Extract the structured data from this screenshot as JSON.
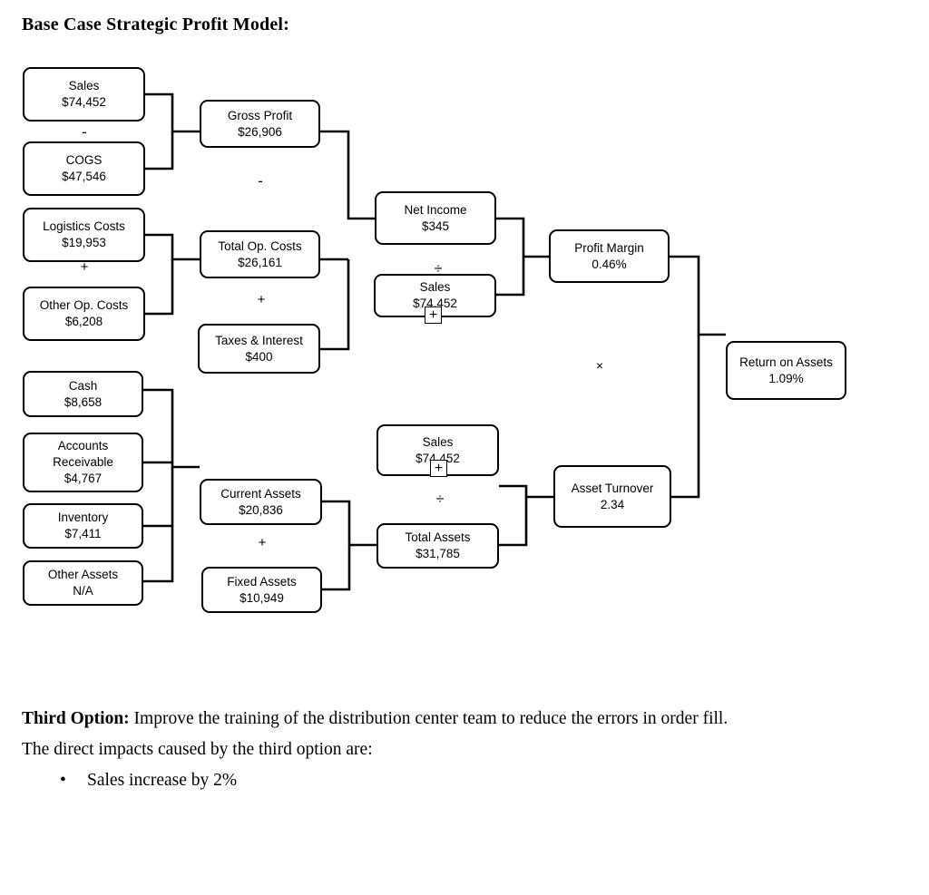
{
  "page_title": "Base Case Strategic Profit Model:",
  "diagram": {
    "nodes": {
      "sales_top": {
        "label": "Sales",
        "value": "$74,452"
      },
      "cogs": {
        "label": "COGS",
        "value": "$47,546"
      },
      "gross_profit": {
        "label": "Gross Profit",
        "value": "$26,906"
      },
      "logistics_costs": {
        "label": "Logistics Costs",
        "value": "$19,953"
      },
      "other_op_costs": {
        "label": "Other Op. Costs",
        "value": "$6,208"
      },
      "total_op_costs": {
        "label": "Total Op. Costs",
        "value": "$26,161"
      },
      "taxes_interest": {
        "label": "Taxes & Interest",
        "value": "$400"
      },
      "net_income": {
        "label": "Net Income",
        "value": "$345"
      },
      "sales_mid": {
        "label": "Sales",
        "value": "$74,452"
      },
      "profit_margin": {
        "label": "Profit Margin",
        "value": "0.46%"
      },
      "cash": {
        "label": "Cash",
        "value": "$8,658"
      },
      "accounts_receivable": {
        "label": "Accounts",
        "label2": "Receivable",
        "value": "$4,767"
      },
      "inventory": {
        "label": "Inventory",
        "value": "$7,411"
      },
      "other_assets": {
        "label": "Other Assets",
        "value": "N/A"
      },
      "current_assets": {
        "label": "Current Assets",
        "value": "$20,836"
      },
      "fixed_assets": {
        "label": "Fixed Assets",
        "value": "$10,949"
      },
      "sales_bottom": {
        "label": "Sales",
        "value": "$74,452"
      },
      "total_assets": {
        "label": "Total Assets",
        "value": "$31,785"
      },
      "asset_turnover": {
        "label": "Asset Turnover",
        "value": "2.34"
      },
      "return_on_assets": {
        "label": "Return on Assets",
        "value": "1.09%"
      }
    },
    "operators": {
      "minus_sales_cogs": "-",
      "minus_gross_op": "-",
      "plus_logistics_other": "+",
      "plus_opcosts_taxes": "+",
      "divide_netincome_sales": "÷",
      "plus_current_fixed": "+",
      "divide_sales_totalassets": "÷",
      "times_margin_turnover": "×"
    },
    "cursor_glyph": "+"
  },
  "body": {
    "option_label": "Third Option:",
    "option_text": " Improve the training of the distribution center team to reduce the errors in order fill.",
    "impacts_intro": "The direct impacts caused by the third option are:",
    "bullet_marker": "•",
    "bullets": [
      "Sales increase by 2%"
    ]
  },
  "colors": {
    "line": "#000000",
    "background": "#ffffff"
  }
}
